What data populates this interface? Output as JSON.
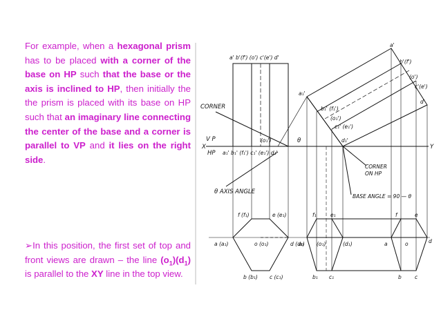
{
  "text": {
    "p1": [
      {
        "t": "For example, when a ",
        "b": false
      },
      {
        "t": "hexagonal prism",
        "b": true
      },
      {
        "t": " has to be placed ",
        "b": false
      },
      {
        "t": "with a corner of the base on HP",
        "b": true
      },
      {
        "t": " such ",
        "b": false
      },
      {
        "t": "that the base or the axis is inclined to HP",
        "b": true
      },
      {
        "t": ", then initially the the prism is placed with its base on HP such that ",
        "b": false
      },
      {
        "t": "an imaginary line connecting the center of the base and a corner is parallel to VP",
        "b": true
      },
      {
        "t": " and ",
        "b": false
      },
      {
        "t": "it lies on the right side",
        "b": true
      },
      {
        "t": ".",
        "b": false
      }
    ],
    "p2_bullet": "➢",
    "p2_a": "In this position, the first set of top and front views are drawn – the line ",
    "p2_o": "(o",
    "p2_o_sub": "1",
    "p2_mid": ")(d",
    "p2_d_sub": "1",
    "p2_end": ")",
    "p2_b": " is parallel to the ",
    "p2_xy": "XY",
    "p2_c": " line in the top view."
  },
  "drawing": {
    "labels": {
      "front_top": "a'  b'(f') (o') c'(e')  d'",
      "corner": "CORNER",
      "vp": "V P",
      "hp": "HP",
      "x": "X",
      "y": "Y",
      "base_front": "a₁'  b₁' (f₁')   c₁' (e₁') d₁'",
      "o1_front": "(o₁')",
      "axis_angle": "θ AXIS ANGLE",
      "theta": "θ",
      "corner_on_hp_1": "CORNER",
      "corner_on_hp_2": "ON HP",
      "base_angle": "BASE ANGLE = 90 — θ",
      "tilted_a": "a'",
      "tilted_b": "b'(f')",
      "tilted_o": "(o')",
      "tilted_c": "c'(e')",
      "tilted_d": "d'",
      "tilted_a1": "a₁'",
      "tilted_b1": "b₁' (f₁')",
      "tilted_o1": "(o₁')",
      "tilted_c1": "c₁' (e₁')",
      "tilted_d1": "d₁'",
      "top_f": "f (f₁)",
      "top_e": "e (e₁)",
      "top_a": "a (a₁)",
      "top_o": "o (o₁)",
      "top_d": "d (d₁)",
      "top_b": "b (b₁)",
      "top_c": "c (c₁)",
      "t2_a1": "a₁",
      "t2_o1": "(o₁)",
      "t2_d1": "(d₁)",
      "t2_f1": "f₁",
      "t2_e1": "e₁",
      "t2_b1": "b₁",
      "t2_c1": "c₁",
      "t3_a": "a",
      "t3_o": "o",
      "t3_d": "d",
      "t3_f": "f",
      "t3_e": "e",
      "t3_b": "b",
      "t3_c": "c"
    }
  }
}
